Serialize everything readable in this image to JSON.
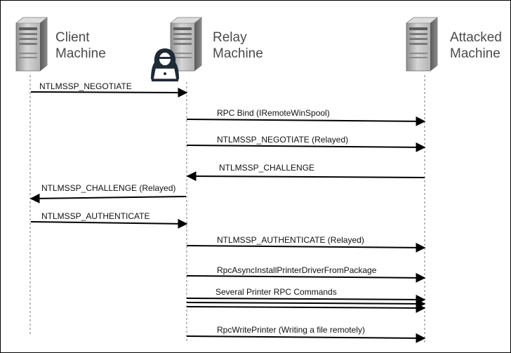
{
  "actors": [
    {
      "id": "client",
      "line1": "Client",
      "line2": "Machine"
    },
    {
      "id": "relay",
      "line1": "Relay",
      "line2": "Machine"
    },
    {
      "id": "attacked",
      "line1": "Attacked",
      "line2": "Machine"
    }
  ],
  "messages": [
    {
      "label": "NTLMSSP_NEGOTIATE",
      "from": "client",
      "to": "relay"
    },
    {
      "label": "RPC Bind (IRemoteWinSpool)",
      "from": "relay",
      "to": "attacked"
    },
    {
      "label": "NTLMSSP_NEGOTIATE (Relayed)",
      "from": "relay",
      "to": "attacked"
    },
    {
      "label": "NTLMSSP_CHALLENGE",
      "from": "attacked",
      "to": "relay"
    },
    {
      "label": "NTLMSSP_CHALLENGE (Relayed)",
      "from": "relay",
      "to": "client"
    },
    {
      "label": "NTLMSSP_AUTHENTICATE",
      "from": "client",
      "to": "relay"
    },
    {
      "label": "NTLMSSP_AUTHENTICATE (Relayed)",
      "from": "relay",
      "to": "attacked"
    },
    {
      "label": "RpcAsyncInstallPrinterDriverFromPackage",
      "from": "relay",
      "to": "attacked"
    },
    {
      "label": "Several Printer RPC Commands",
      "from": "relay",
      "to": "attacked",
      "count": 4
    },
    {
      "label": "RpcWritePrinter (Writing a file remotely)",
      "from": "relay",
      "to": "attacked"
    }
  ],
  "colors": {
    "server_body": "#b9b9b9",
    "server_dark": "#6f6f6f",
    "hacker": "#1e2a36",
    "line": "#000000",
    "label_gray": "#4a4a4a"
  },
  "icons": {
    "server": "server-tower-icon",
    "attacker": "hacker-laptop-icon"
  }
}
